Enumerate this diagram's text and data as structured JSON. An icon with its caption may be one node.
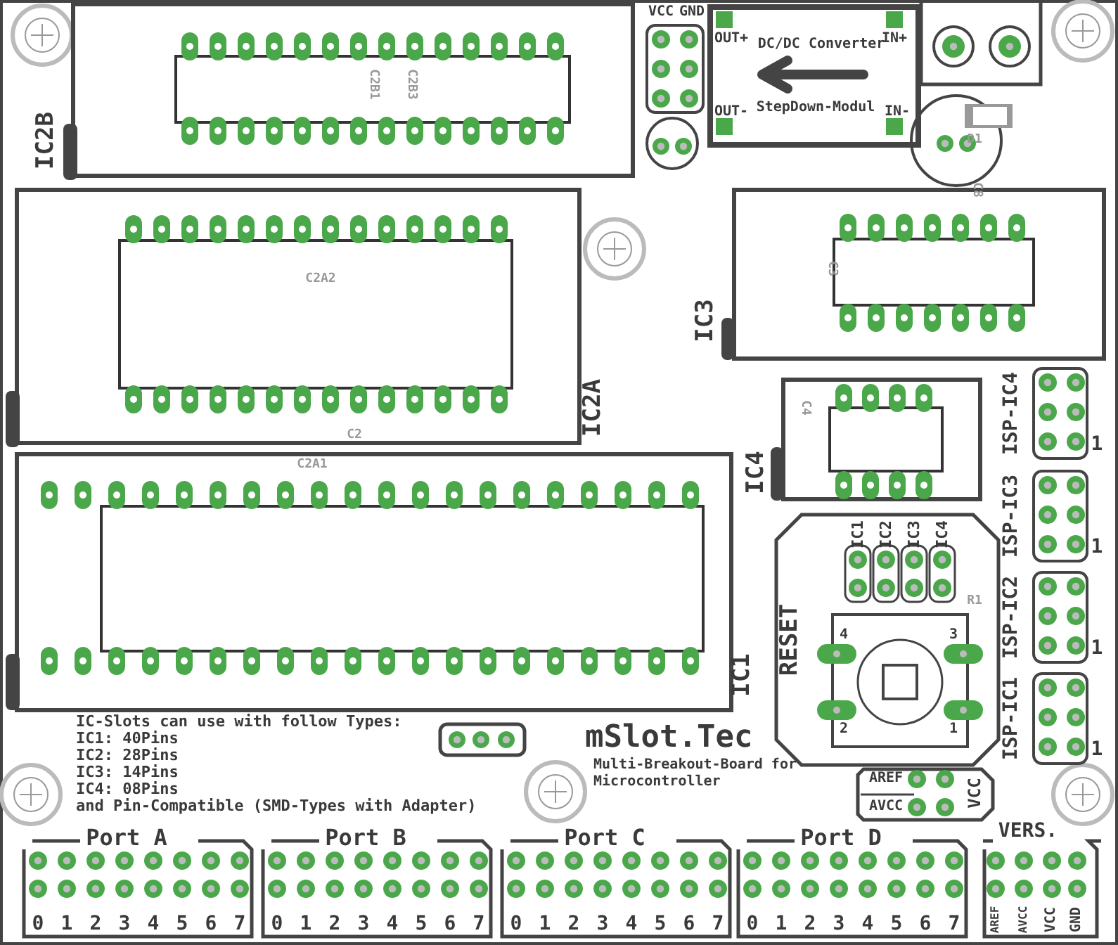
{
  "diagram": {
    "nodes": [
      {
        "text": [
          "IC2B"
        ]
      },
      {
        "text": [
          "IC2A"
        ]
      },
      {
        "text": [
          "IC3"
        ]
      },
      {
        "text": [
          "IC4"
        ]
      },
      {
        "text": [
          "IC1"
        ]
      },
      {
        "text": [
          "OUT+",
          "DC/DC Converter",
          "IN+",
          "OUT-",
          "StepDown-Modul",
          "IN-"
        ]
      },
      {
        "text": [
          "VCC",
          "GND"
        ]
      },
      {
        "text": [
          "RESET",
          "IC1",
          "IC2",
          "IC3",
          "IC4",
          "4",
          "3",
          "2",
          "1"
        ]
      },
      {
        "text": [
          "ISP-IC4",
          "1"
        ]
      },
      {
        "text": [
          "ISP-IC3",
          "1"
        ]
      },
      {
        "text": [
          "ISP-IC2",
          "1"
        ]
      },
      {
        "text": [
          "ISP-IC1",
          "1"
        ]
      },
      {
        "text": [
          "AREF",
          "AVCC",
          "VCC"
        ]
      },
      {
        "text": [
          "Port A",
          "0",
          "1",
          "2",
          "3",
          "4",
          "5",
          "6",
          "7"
        ]
      },
      {
        "text": [
          "Port B",
          "0",
          "1",
          "2",
          "3",
          "4",
          "5",
          "6",
          "7"
        ]
      },
      {
        "text": [
          "Port C",
          "0",
          "1",
          "2",
          "3",
          "4",
          "5",
          "6",
          "7"
        ]
      },
      {
        "text": [
          "Port D",
          "0",
          "1",
          "2",
          "3",
          "4",
          "5",
          "6",
          "7"
        ]
      },
      {
        "text": [
          "VERS.",
          "AREF",
          "AVCC",
          "VCC",
          "GND"
        ]
      }
    ],
    "labels": [
      "C2B1",
      "C2B3",
      "C2A2",
      "C2",
      "C2A1",
      "C3",
      "C4",
      "D1",
      "C8",
      "R1",
      "IC-Slots can use with follow Types:",
      "IC1: 40Pins",
      "IC2: 28Pins",
      "IC3: 14Pins",
      "IC4: 08Pins",
      "and Pin-Compatible (SMD-Types with Adapter)",
      "mSlot.Tec",
      "Multi-Breakout-Board for Microcontroller"
    ]
  }
}
